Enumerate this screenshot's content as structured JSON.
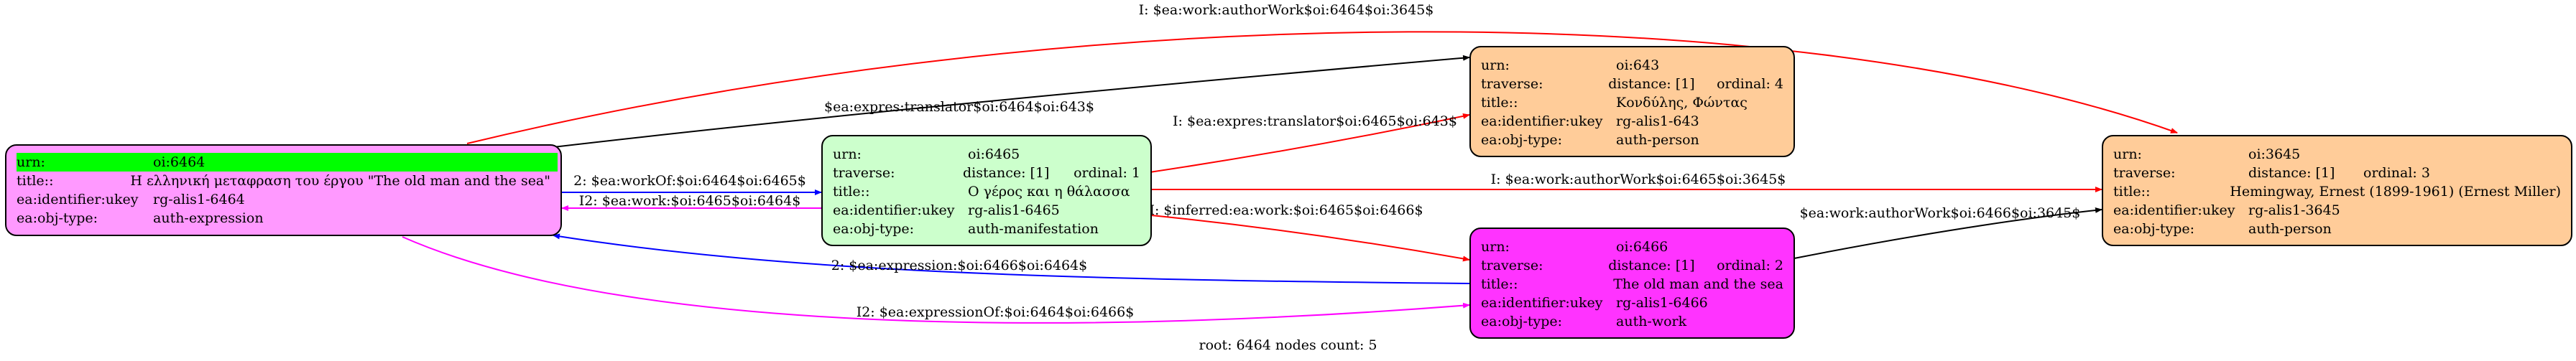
{
  "nodes": {
    "n6464": {
      "color": "#ff99ff",
      "rows": [
        {
          "key": "urn:",
          "value": "oi:6464"
        },
        {
          "key": "title::",
          "value": "Η ελληνική μεταφραση του έργου \"The old man and the sea\""
        },
        {
          "key": "ea:identifier:ukey",
          "value": "rg-alis1-6464"
        },
        {
          "key": "ea:obj-type:",
          "value": "auth-expression"
        }
      ]
    },
    "n6465": {
      "color": "#ccffcc",
      "rows": [
        {
          "key": "urn:",
          "value": "oi:6465"
        },
        {
          "key": "traverse:",
          "value": "distance: [1]",
          "extra": "ordinal: 1"
        },
        {
          "key": "title::",
          "value": "Ο γέρος και η θάλασσα"
        },
        {
          "key": "ea:identifier:ukey",
          "value": "rg-alis1-6465"
        },
        {
          "key": "ea:obj-type:",
          "value": "auth-manifestation"
        }
      ]
    },
    "n643": {
      "color": "#ffcc99",
      "rows": [
        {
          "key": "urn:",
          "value": "oi:643"
        },
        {
          "key": "traverse:",
          "value": "distance: [1]",
          "extra": "ordinal: 4"
        },
        {
          "key": "title::",
          "value": "Κονδύλης, Φώντας"
        },
        {
          "key": "ea:identifier:ukey",
          "value": "rg-alis1-643"
        },
        {
          "key": "ea:obj-type:",
          "value": "auth-person"
        }
      ]
    },
    "n6466": {
      "color": "#ff33ff",
      "rows": [
        {
          "key": "urn:",
          "value": "oi:6466"
        },
        {
          "key": "traverse:",
          "value": "distance: [1]",
          "extra": "ordinal: 2"
        },
        {
          "key": "title::",
          "value": "The old man and the sea"
        },
        {
          "key": "ea:identifier:ukey",
          "value": "rg-alis1-6466"
        },
        {
          "key": "ea:obj-type:",
          "value": "auth-work"
        }
      ]
    },
    "n3645": {
      "color": "#ffcc99",
      "rows": [
        {
          "key": "urn:",
          "value": "oi:3645"
        },
        {
          "key": "traverse:",
          "value": "distance: [1]",
          "extra": "ordinal: 3"
        },
        {
          "key": "title::",
          "value": "Hemingway, Ernest (1899-1961) (Ernest Miller)"
        },
        {
          "key": "ea:identifier:ukey",
          "value": "rg-alis1-3645"
        },
        {
          "key": "ea:obj-type:",
          "value": "auth-person"
        }
      ]
    }
  },
  "edges": [
    {
      "label": "I: $ea:work:authorWork$oi:6464$oi:3645$",
      "color": "#ff0000"
    },
    {
      "label": "$ea:expres:translator$oi:6464$oi:643$",
      "color": "#000000"
    },
    {
      "label": "I: $ea:expres:translator$oi:6465$oi:643$",
      "color": "#ff0000"
    },
    {
      "label": "2: $ea:workOf:$oi:6464$oi:6465$",
      "color": "#0000ff"
    },
    {
      "label": "I2: $ea:work:$oi:6465$oi:6464$",
      "color": "#ff00ff"
    },
    {
      "label": "I: $ea:work:authorWork$oi:6465$oi:3645$",
      "color": "#ff0000"
    },
    {
      "label": "I: $inferred:ea:work:$oi:6465$oi:6466$",
      "color": "#ff0000"
    },
    {
      "label": "$ea:work:authorWork$oi:6466$oi:3645$",
      "color": "#000000"
    },
    {
      "label": "2: $ea:expression:$oi:6466$oi:6464$",
      "color": "#0000ff"
    },
    {
      "label": "I2: $ea:expressionOf:$oi:6464$oi:6466$",
      "color": "#ff00ff"
    }
  ],
  "footer": "root: 6464 nodes count: 5"
}
